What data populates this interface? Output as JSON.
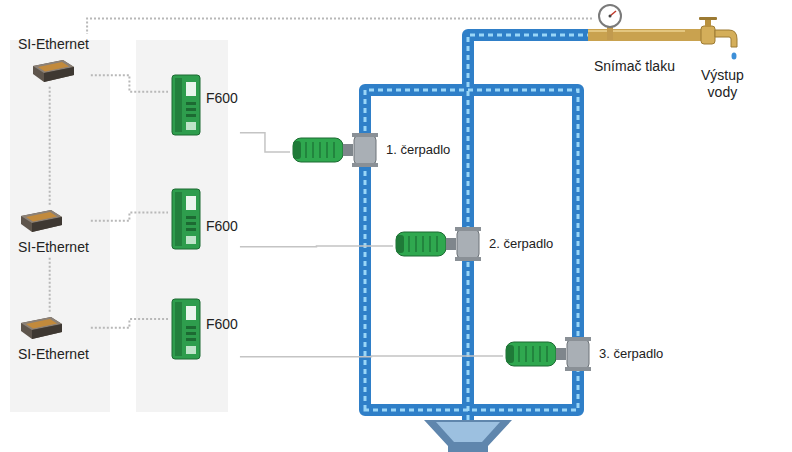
{
  "diagram": {
    "nodes": [
      {
        "text": [
          "SI-Ethernet"
        ]
      },
      {
        "text": [
          "SI-Ethernet"
        ]
      },
      {
        "text": [
          "SI-Ethernet"
        ]
      },
      {
        "text": [
          "F600"
        ]
      },
      {
        "text": [
          "F600"
        ]
      },
      {
        "text": [
          "F600"
        ]
      },
      {
        "text": [
          "1. čerpadlo"
        ]
      },
      {
        "text": [
          "2. čerpadlo"
        ]
      },
      {
        "text": [
          "3. čerpadlo"
        ]
      },
      {
        "text": [
          "Snímač tlaku"
        ]
      },
      {
        "text": [
          "Výstup vody"
        ]
      }
    ],
    "edges": [
      {
        "from": 0,
        "to": 3,
        "arrow": "none"
      },
      {
        "from": 1,
        "to": 4,
        "arrow": "none"
      },
      {
        "from": 2,
        "to": 5,
        "arrow": "none"
      },
      {
        "from": 0,
        "to": 1,
        "arrow": "none"
      },
      {
        "from": 1,
        "to": 2,
        "arrow": "none"
      },
      {
        "from": 3,
        "to": 6,
        "arrow": "none"
      },
      {
        "from": 4,
        "to": 7,
        "arrow": "none"
      },
      {
        "from": 5,
        "to": 8,
        "arrow": "none"
      },
      {
        "from": 9,
        "to": 0,
        "arrow": "none"
      }
    ]
  }
}
